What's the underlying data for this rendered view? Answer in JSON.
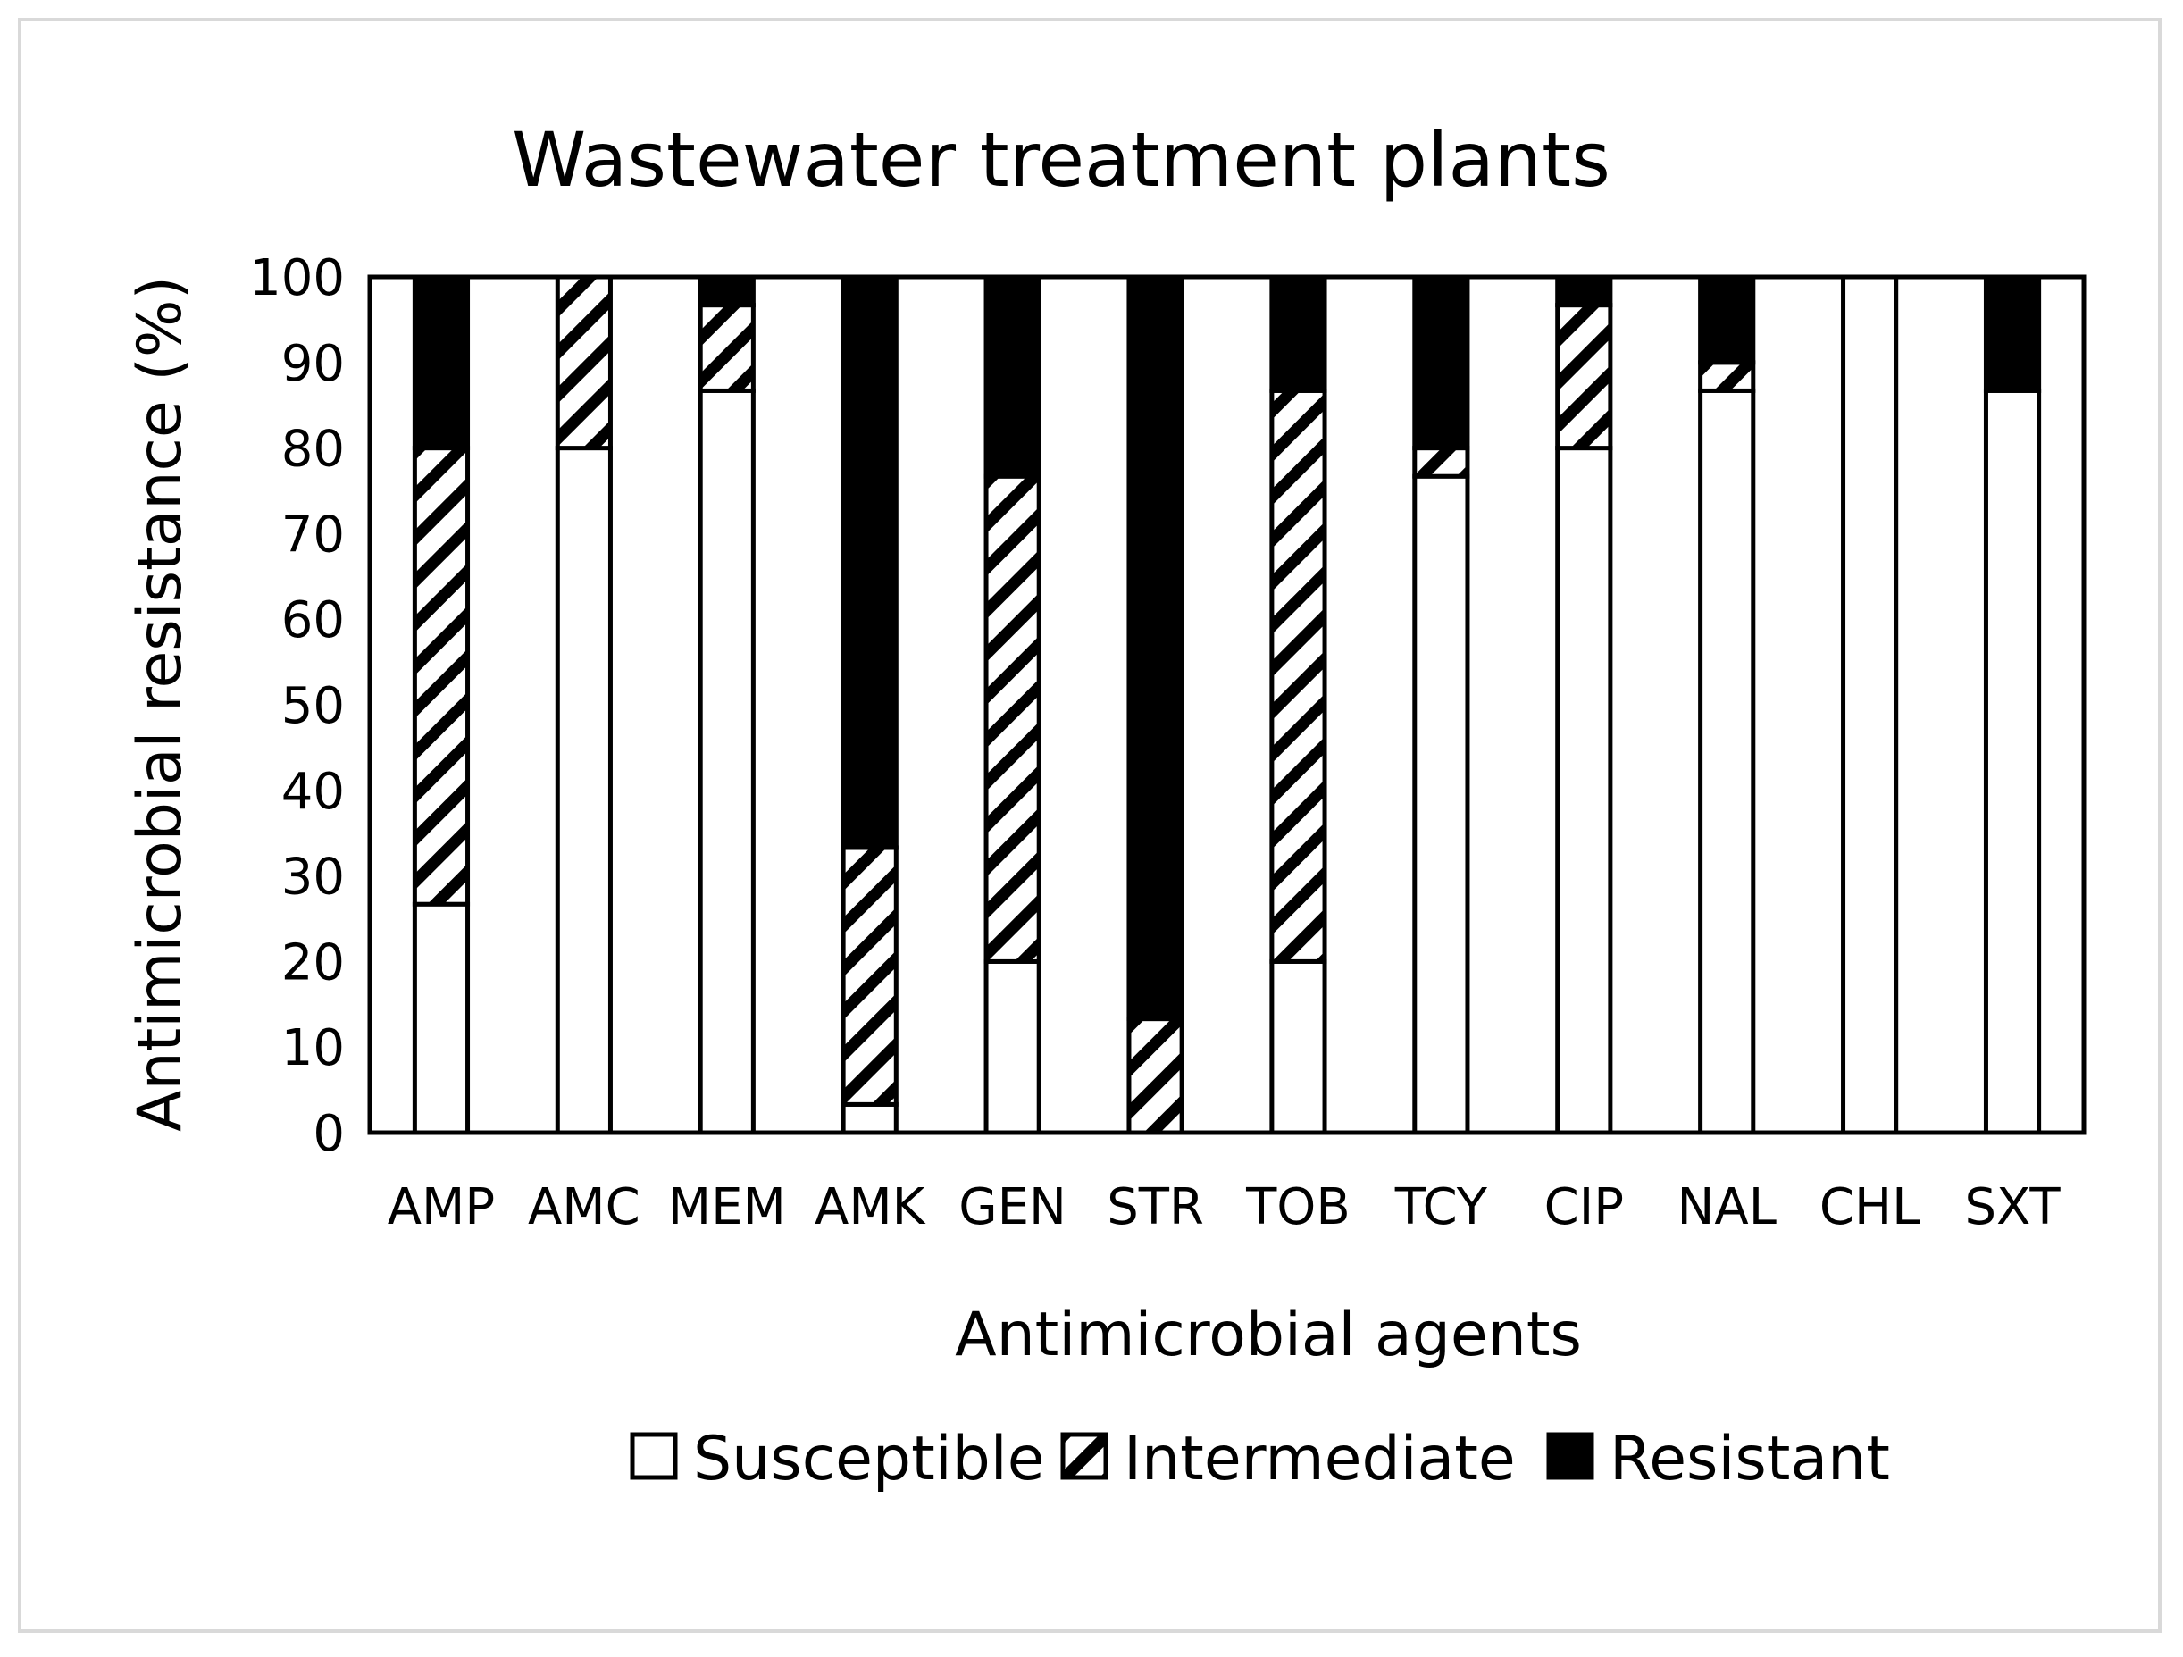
{
  "chart_data": {
    "type": "bar",
    "stacked": true,
    "title": "Wastewater treatment plants",
    "xlabel": "Antimicrobial agents",
    "ylabel": "Antimicrobial resistance (%)",
    "ylim": [
      0,
      100
    ],
    "yticks": [
      "0",
      "10",
      "20",
      "30",
      "40",
      "50",
      "60",
      "70",
      "80",
      "90",
      "100"
    ],
    "grid": false,
    "legend_position": "bottom",
    "categories": [
      "AMP",
      "AMC",
      "MEM",
      "AMK",
      "GEN",
      "STR",
      "TOB",
      "TCY",
      "CIP",
      "NAL",
      "CHL",
      "SXT"
    ],
    "series": [
      {
        "name": "Susceptible",
        "fill": "white",
        "values": [
          26.7,
          80,
          86.7,
          3.3,
          20,
          0,
          20,
          76.7,
          80,
          86.7,
          100,
          86.7
        ]
      },
      {
        "name": "Intermediate",
        "fill": "hatched",
        "values": [
          53.3,
          20,
          10,
          30,
          56.7,
          13.3,
          66.7,
          3.3,
          16.7,
          3.3,
          0,
          0
        ]
      },
      {
        "name": "Resistant",
        "fill": "black",
        "values": [
          20,
          0,
          3.3,
          66.7,
          23.3,
          86.7,
          13.3,
          20,
          3.3,
          10,
          0,
          13.3
        ]
      }
    ]
  },
  "colors": {
    "susceptible": "#ffffff",
    "intermediate_stripe": "#000000",
    "resistant": "#000000",
    "frame_border": "#d9d9d9"
  }
}
